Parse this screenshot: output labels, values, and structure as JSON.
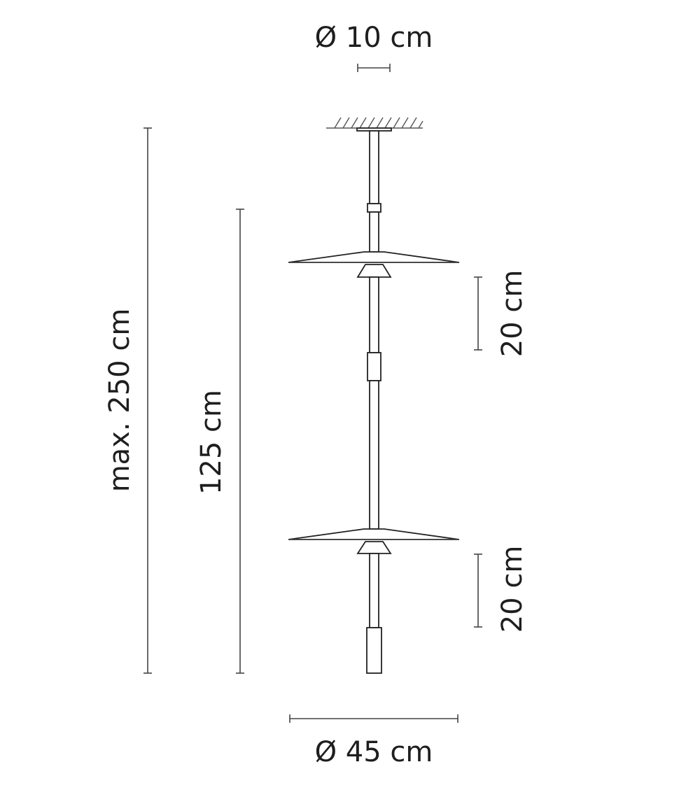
{
  "dimensions": {
    "top_diameter": "Ø 10 cm",
    "bottom_diameter": "Ø 45 cm",
    "max_height": "max. 250 cm",
    "mid_height": "125 cm",
    "upper_shade_drop": "20 cm",
    "lower_shade_drop": "20 cm"
  },
  "colors": {
    "line": "#222222",
    "text": "#1e1e1e",
    "background": "#ffffff"
  }
}
